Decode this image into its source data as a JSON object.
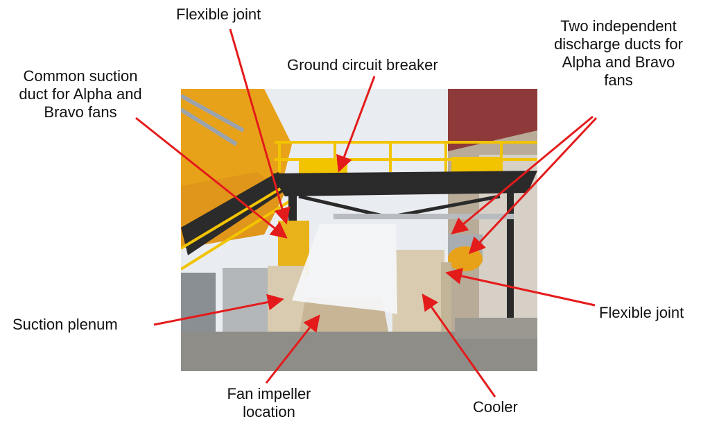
{
  "labels": {
    "flexible_joint_top": "Flexible joint",
    "common_suction": [
      "Common suction",
      "duct for Alpha and",
      "Bravo fans"
    ],
    "ground_breaker": "Ground circuit breaker",
    "discharge_ducts": [
      "Two independent",
      "discharge ducts for",
      "Alpha and Bravo",
      "fans"
    ],
    "suction_plenum": "Suction plenum",
    "flexible_joint_right": "Flexible joint",
    "fan_impeller": [
      "Fan impeller",
      "location"
    ],
    "cooler": "Cooler"
  },
  "colors": {
    "arrow": "#e41b1b",
    "text": "#111111",
    "sky": "#e9edf1",
    "steel_yellow": "#f2c400",
    "duct_orange": "#e8a21a",
    "cladding": "#c9c1b2",
    "platform": "#2a2a2a",
    "plastic_sheet": "#f4f6f7",
    "cooler": "#d9cbb0",
    "gravel": "#8e8d88"
  }
}
